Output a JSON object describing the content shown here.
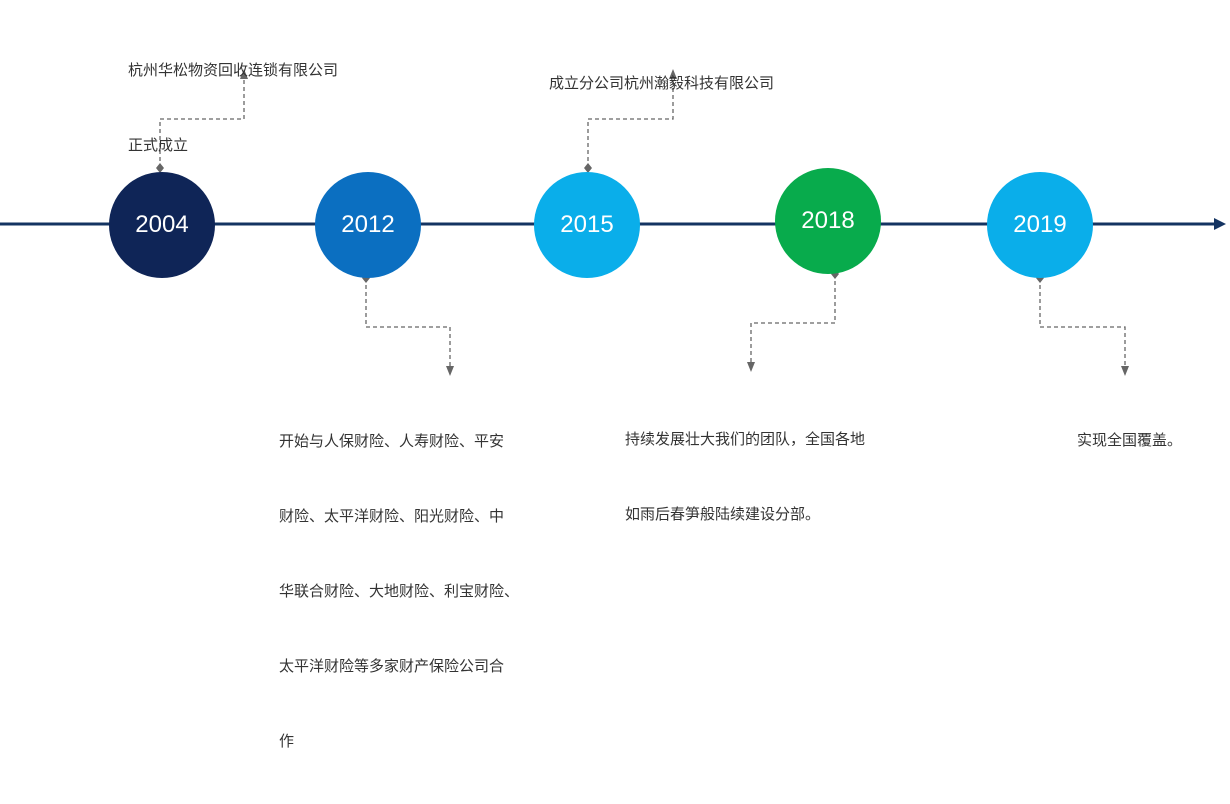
{
  "colors": {
    "axis": "#143462",
    "connector": "#666666",
    "text": "#333333"
  },
  "milestones": [
    {
      "year": "2004",
      "color": "#0f2557",
      "description": [
        "杭州华松物资回收连锁有限公司",
        "正式成立"
      ]
    },
    {
      "year": "2012",
      "color": "#0b6fc1",
      "description": [
        "开始与人保财险、人寿财险、平安",
        "财险、太平洋财险、阳光财险、中",
        "华联合财险、大地财险、利宝财险、",
        "太平洋财险等多家财产保险公司合",
        "作"
      ]
    },
    {
      "year": "2015",
      "color": "#0aaeea",
      "description": [
        "成立分公司杭州瀚毅科技有限公司"
      ]
    },
    {
      "year": "2018",
      "color": "#08ab4c",
      "description": [
        "持续发展壮大我们的团队，全国各地",
        "如雨后春笋般陆续建设分部。"
      ]
    },
    {
      "year": "2019",
      "color": "#0aaeea",
      "description": [
        "实现全国覆盖。"
      ]
    }
  ]
}
